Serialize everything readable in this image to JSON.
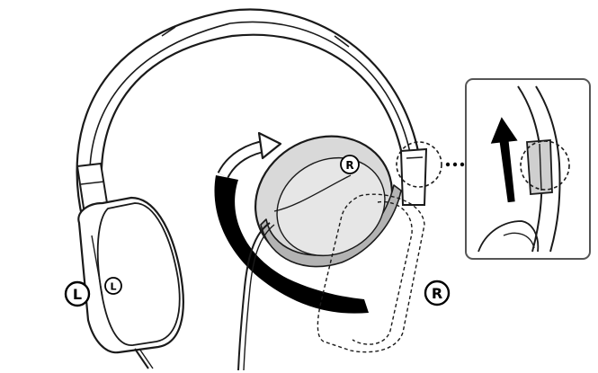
{
  "labels": {
    "left_large": "L",
    "left_small": "L",
    "right_large": "R",
    "right_small": "R"
  },
  "colors": {
    "stroke": "#1a1a1a",
    "fill_light": "#ffffff",
    "fill_gray": "#d9d9d9",
    "fill_dark_gray": "#b3b3b3",
    "arrow_black": "#000000",
    "inset_border": "#555555"
  }
}
